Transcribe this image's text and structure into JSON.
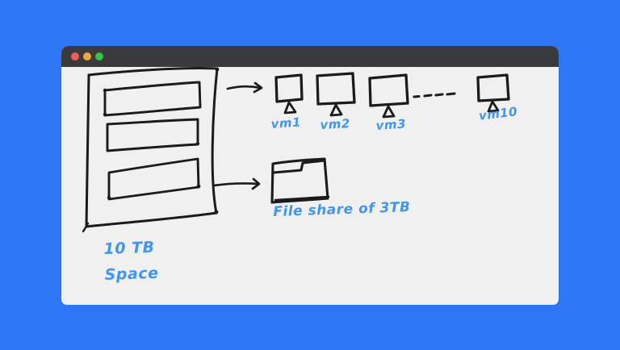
{
  "colors": {
    "background": "#2d76f6",
    "titlebar": "#3a3a3c",
    "window-body": "#f0f0f1",
    "ink": "#1b1b1b",
    "handwriting": "#4295f2",
    "light-red": "#ee5c55",
    "light-yellow": "#f0a73e",
    "light-green": "#36c440"
  },
  "window": {
    "controls": [
      {
        "name": "close"
      },
      {
        "name": "minimize"
      },
      {
        "name": "zoom"
      }
    ]
  },
  "diagram": {
    "storage_box": {
      "label_line1": "10 TB",
      "label_line2": "Space",
      "bar_count": 3
    },
    "vm_row": {
      "labels": [
        "vm1",
        "vm2",
        "vm3"
      ],
      "overflow_label": "vm10",
      "ellipsis_dash_count": 4
    },
    "file_share": {
      "label": "File share of 3TB"
    }
  }
}
